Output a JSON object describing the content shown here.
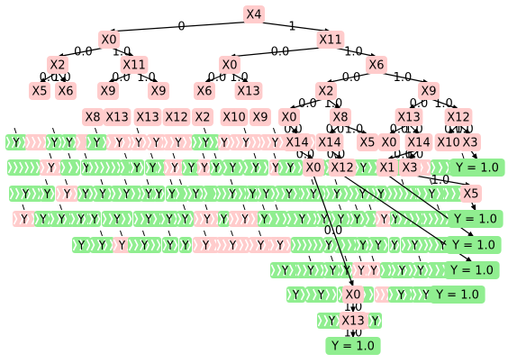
{
  "tree": {
    "nodes": [
      {
        "id": "n0",
        "label": "X4",
        "type": "split"
      },
      {
        "id": "n1",
        "label": "X0",
        "type": "split"
      },
      {
        "id": "n2",
        "label": "X11",
        "type": "split"
      },
      {
        "id": "n3",
        "label": "X2",
        "type": "split"
      },
      {
        "id": "n4",
        "label": "X11",
        "type": "split"
      },
      {
        "id": "n5",
        "label": "X0",
        "type": "split"
      },
      {
        "id": "n6",
        "label": "X6",
        "type": "split"
      },
      {
        "id": "n7",
        "label": "X5",
        "type": "split"
      },
      {
        "id": "n8",
        "label": "X6",
        "type": "split"
      },
      {
        "id": "n9",
        "label": "X9",
        "type": "split"
      },
      {
        "id": "n10",
        "label": "X9",
        "type": "split"
      },
      {
        "id": "n11",
        "label": "X6",
        "type": "split"
      },
      {
        "id": "n12",
        "label": "X13",
        "type": "split"
      },
      {
        "id": "n13",
        "label": "X2",
        "type": "split"
      },
      {
        "id": "n14",
        "label": "X9",
        "type": "split"
      },
      {
        "id": "n15",
        "label": "X8",
        "type": "split"
      },
      {
        "id": "n16",
        "label": "X13",
        "type": "split"
      },
      {
        "id": "n17",
        "label": "X13",
        "type": "split"
      },
      {
        "id": "n18",
        "label": "X12",
        "type": "split"
      },
      {
        "id": "n19",
        "label": "X2",
        "type": "split"
      },
      {
        "id": "n20",
        "label": "X10",
        "type": "split"
      },
      {
        "id": "n21",
        "label": "X9",
        "type": "split"
      },
      {
        "id": "n22",
        "label": "X0",
        "type": "split"
      },
      {
        "id": "n23",
        "label": "X8",
        "type": "split"
      },
      {
        "id": "n24",
        "label": "X13",
        "type": "split"
      },
      {
        "id": "n25",
        "label": "X12",
        "type": "split"
      },
      {
        "id": "n26",
        "label": "X14",
        "type": "split"
      },
      {
        "id": "n27",
        "label": "X14",
        "type": "split"
      },
      {
        "id": "n28",
        "label": "X5",
        "type": "split"
      },
      {
        "id": "n29",
        "label": "X0",
        "type": "split"
      },
      {
        "id": "n30",
        "label": "X14",
        "type": "split"
      },
      {
        "id": "n31",
        "label": "X10",
        "type": "split"
      },
      {
        "id": "n32",
        "label": "X3",
        "type": "split"
      },
      {
        "id": "n33",
        "label": "X0",
        "type": "split"
      },
      {
        "id": "n34",
        "label": "X12",
        "type": "split"
      },
      {
        "id": "n35",
        "label": "X1",
        "type": "split"
      },
      {
        "id": "n36",
        "label": "X3",
        "type": "split"
      },
      {
        "id": "n37",
        "label": "X5",
        "type": "split"
      },
      {
        "id": "n38",
        "label": "X0",
        "type": "split"
      },
      {
        "id": "n39",
        "label": "X13",
        "type": "split"
      },
      {
        "id": "n40",
        "label": "Y = 1.0",
        "type": "leaf"
      },
      {
        "id": "n41",
        "label": "Y = 1.0",
        "type": "leaf"
      },
      {
        "id": "n42",
        "label": "Y = 1.0",
        "type": "leaf"
      },
      {
        "id": "n43",
        "label": "Y = 1.0",
        "type": "leaf"
      },
      {
        "id": "n44",
        "label": "Y = 1.0",
        "type": "leaf"
      },
      {
        "id": "n45",
        "label": "Y = 1.0",
        "type": "leaf"
      }
    ],
    "edges": [
      {
        "from": "n0",
        "to": "n1",
        "label": "0"
      },
      {
        "from": "n0",
        "to": "n2",
        "label": "1"
      },
      {
        "from": "n1",
        "to": "n3",
        "label": "0.0"
      },
      {
        "from": "n1",
        "to": "n4",
        "label": "1.0"
      },
      {
        "from": "n2",
        "to": "n5",
        "label": "0.0"
      },
      {
        "from": "n2",
        "to": "n6",
        "label": "1.0"
      },
      {
        "from": "n3",
        "to": "n7",
        "label": "0.0"
      },
      {
        "from": "n3",
        "to": "n8",
        "label": "1.0"
      },
      {
        "from": "n4",
        "to": "n9",
        "label": "0.0"
      },
      {
        "from": "n4",
        "to": "n10",
        "label": "1.0"
      },
      {
        "from": "n5",
        "to": "n11",
        "label": "0.0"
      },
      {
        "from": "n5",
        "to": "n12",
        "label": "1.0"
      },
      {
        "from": "n6",
        "to": "n13",
        "label": "0.0"
      },
      {
        "from": "n6",
        "to": "n14",
        "label": "1.0"
      },
      {
        "from": "n13",
        "to": "n22",
        "label": "0.0"
      },
      {
        "from": "n13",
        "to": "n23",
        "label": "1.0"
      },
      {
        "from": "n14",
        "to": "n24",
        "label": "0.0"
      },
      {
        "from": "n14",
        "to": "n25",
        "label": "1.0"
      },
      {
        "from": "n22",
        "to": "n26",
        "label": "0.0"
      },
      {
        "from": "n23",
        "to": "n27",
        "label": "0.0"
      },
      {
        "from": "n23",
        "to": "n28",
        "label": "1.0"
      },
      {
        "from": "n24",
        "to": "n29",
        "label": "0.0"
      },
      {
        "from": "n24",
        "to": "n30",
        "label": "1.0"
      },
      {
        "from": "n25",
        "to": "n31",
        "label": "0.0"
      },
      {
        "from": "n25",
        "to": "n32",
        "label": "1.0"
      },
      {
        "from": "n26",
        "to": "n33",
        "label": "0.0"
      },
      {
        "from": "n27",
        "to": "n34",
        "label": "0.0"
      },
      {
        "from": "n30",
        "to": "n35",
        "label": "0.0"
      },
      {
        "from": "n30",
        "to": "n36",
        "label": "1.0"
      },
      {
        "from": "n32",
        "to": "n40",
        "label": ""
      },
      {
        "from": "n36",
        "to": "n37",
        "label": "1.0"
      },
      {
        "from": "n37",
        "to": "n41",
        "label": ""
      },
      {
        "from": "n35",
        "to": "n42",
        "label": ""
      },
      {
        "from": "n34",
        "to": "n43",
        "label": ""
      },
      {
        "from": "n33",
        "to": "n38",
        "label": "0.0"
      },
      {
        "from": "n38",
        "to": "n39",
        "label": "1.0"
      },
      {
        "from": "n39",
        "to": "n44",
        "label": "1.0"
      }
    ]
  },
  "colors": {
    "split": "#ffcccc",
    "leaf": "#90ee90",
    "edge": "#000000"
  }
}
